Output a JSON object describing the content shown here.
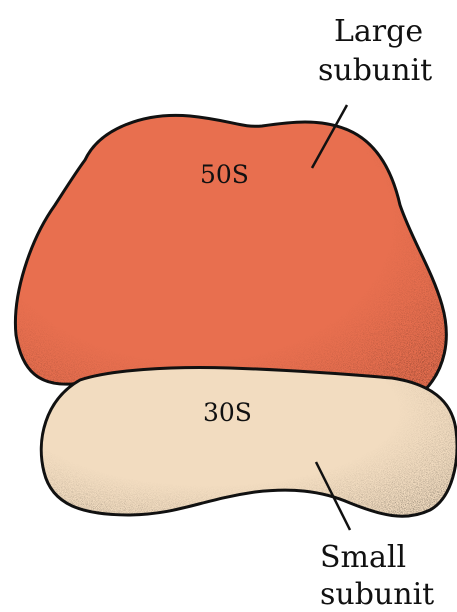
{
  "labels": {
    "large_subunit_line1": "Large",
    "large_subunit_line2": "subunit",
    "large_subunit_sedimentation": "50S",
    "small_subunit_sedimentation": "30S",
    "small_subunit_line1": "Small",
    "small_subunit_line2": "subunit"
  },
  "colors": {
    "large_subunit_fill": "#e86f4f",
    "small_subunit_fill": "#f2dcc0",
    "outline": "#111111"
  },
  "parts": {
    "large_subunit": "Large subunit",
    "small_subunit": "Small subunit"
  }
}
